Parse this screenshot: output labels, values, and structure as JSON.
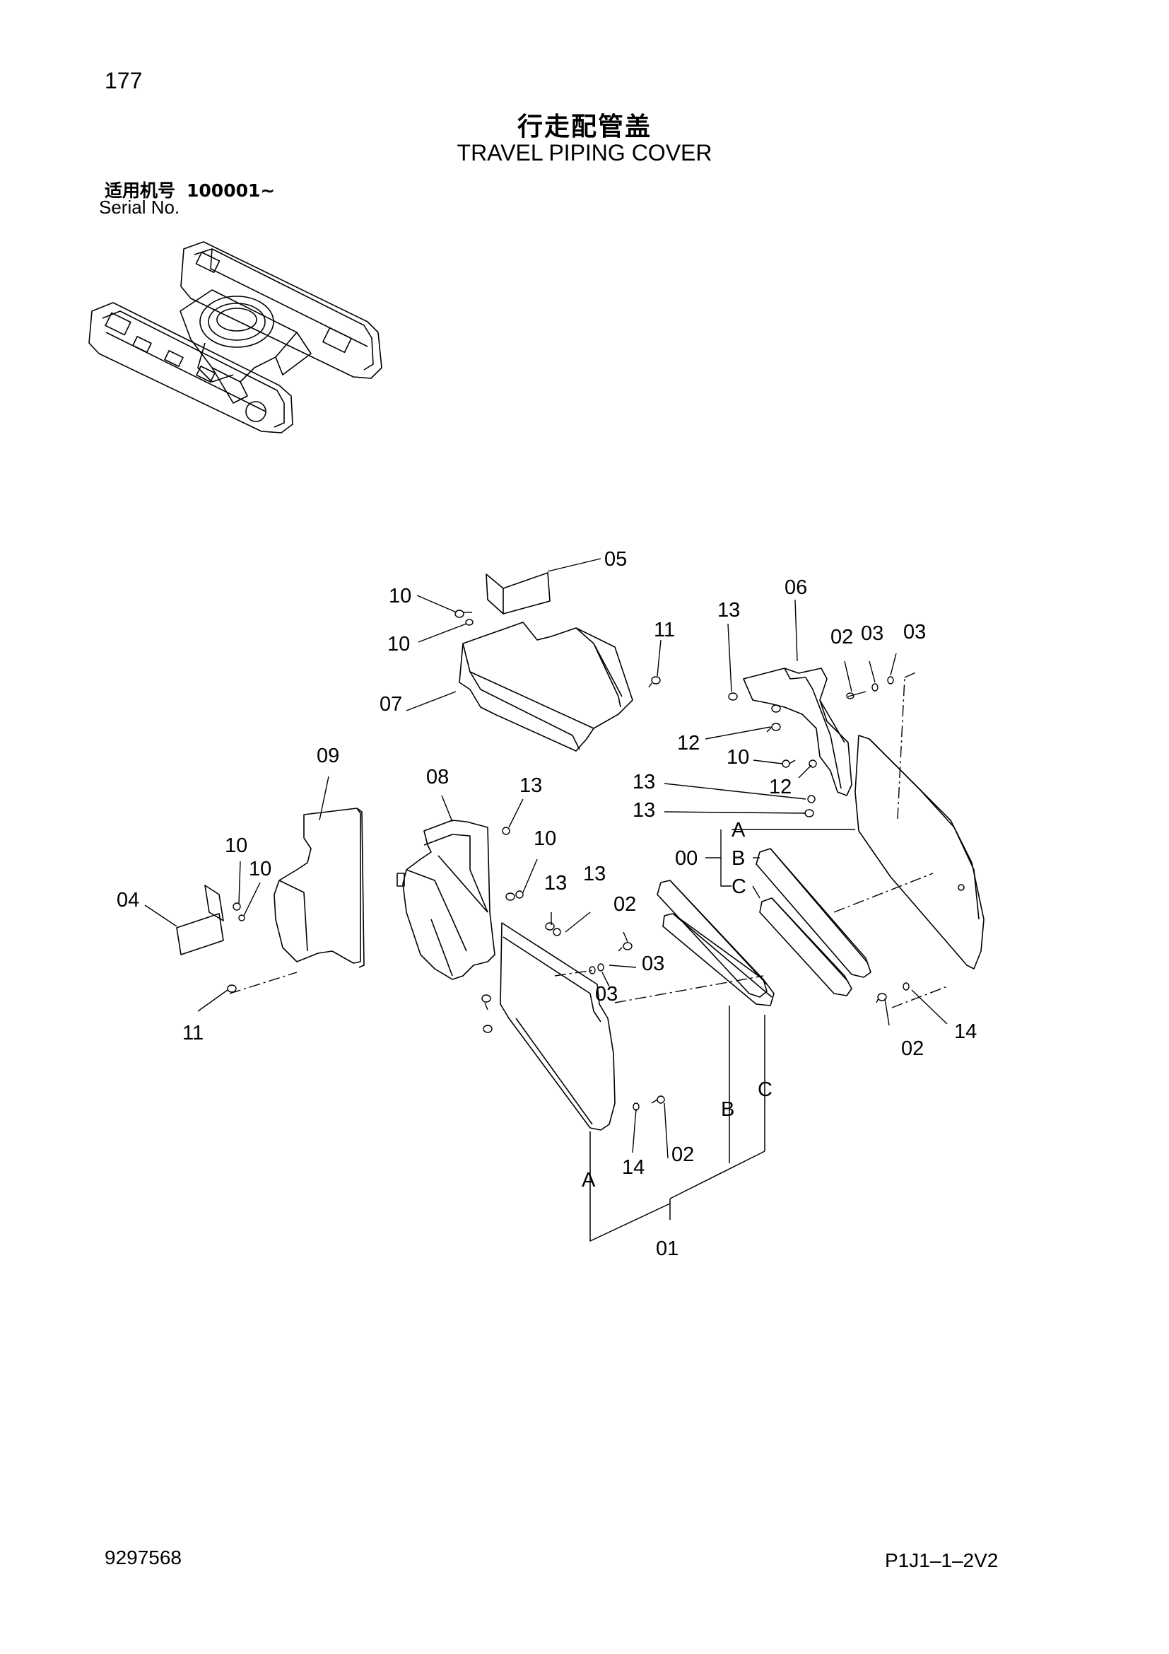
{
  "page_number": "177",
  "title_cn": "行走配管盖",
  "title_en": "TRAVEL PIPING COVER",
  "serial": {
    "label_cn": "适用机号",
    "range": "100001∼",
    "label_en": "Serial No."
  },
  "callouts": {
    "c05": "05",
    "c10a": "10",
    "c10b": "10",
    "c11a": "11",
    "c07": "07",
    "c13a": "13",
    "c06": "06",
    "c02a": "02",
    "c03a": "03",
    "c03b": "03",
    "c12a": "12",
    "c10c": "10",
    "c12b": "12",
    "c13b": "13",
    "c13c": "13",
    "cA": "A",
    "c00": "00",
    "cB": "B",
    "cC": "C",
    "c09": "09",
    "c08": "08",
    "c13d": "13",
    "c10d": "10",
    "c10e": "10",
    "c10f": "10",
    "c04": "04",
    "c13e": "13",
    "c13f": "13",
    "c02b": "02",
    "c03c": "03",
    "c03d": "03",
    "c11b": "11",
    "c02c": "02",
    "c14a": "14",
    "c14b": "14",
    "c02d": "02",
    "cB2": "B",
    "cC2": "C",
    "cA2": "A",
    "c01": "01"
  },
  "footer": {
    "part_number": "9297568",
    "code": "P1J1–1–2V2"
  },
  "colors": {
    "ink": "#000000",
    "paper": "#ffffff"
  }
}
